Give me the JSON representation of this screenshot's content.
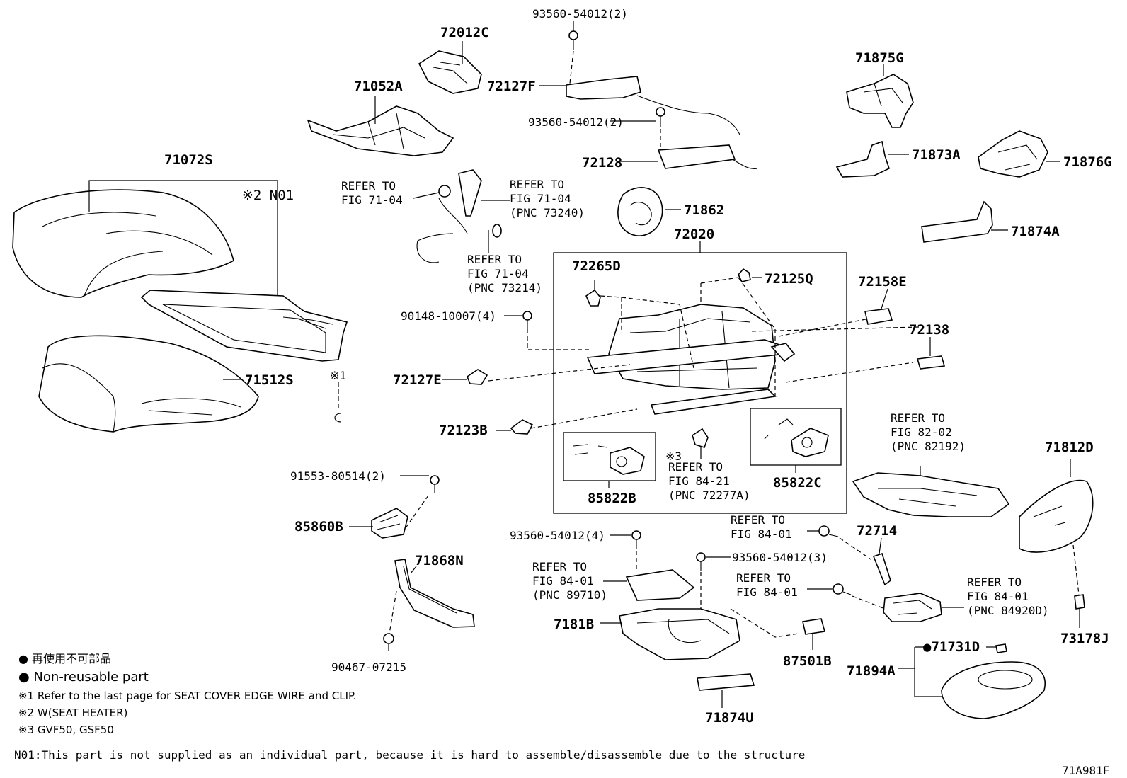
{
  "labels": {
    "p93560_top": "93560-54012(2)",
    "p72012C": "72012C",
    "p72127F": "72127F",
    "p71052A": "71052A",
    "p93560_mid": "93560-54012(2)",
    "p72128": "72128",
    "p71875G": "71875G",
    "p71873A": "71873A",
    "p71876G": "71876G",
    "p71874A": "71874A",
    "p71072S": "71072S",
    "pN01": "※2 N01",
    "p71862": "71862",
    "p72020": "72020",
    "p72265D": "72265D",
    "p72125Q": "72125Q",
    "p72158E": "72158E",
    "p72138": "72138",
    "p90148": "90148-10007(4)",
    "p72127E": "72127E",
    "p71512S": "71512S",
    "pnote1": "※1",
    "p72123B": "72123B",
    "p91553": "91553-80514(2)",
    "p85822B": "85822B",
    "p85822C": "85822C",
    "pnote3": "※3",
    "p85860B": "85860B",
    "p71868N": "71868N",
    "p93560_4": "93560-54012(4)",
    "p93560_3": "93560-54012(3)",
    "p72714": "72714",
    "p71812D": "71812D",
    "p7181B": "7181B",
    "p90467": "90467-07215",
    "p87501B": "87501B",
    "p71894A": "71894A",
    "p71731D": "●71731D",
    "p71874U": "71874U",
    "p73178J": "73178J"
  },
  "refs": {
    "r1": [
      "REFER TO",
      "FIG 71-04"
    ],
    "r2": [
      "REFER TO",
      "FIG 71-04",
      "(PNC 73240)"
    ],
    "r3": [
      "REFER TO",
      "FIG 71-04",
      "(PNC 73214)"
    ],
    "r4": [
      "REFER TO",
      "FIG 84-21",
      "(PNC 72277A)"
    ],
    "r5": [
      "REFER TO",
      "FIG 82-02",
      "(PNC 82192)"
    ],
    "r6": [
      "REFER TO",
      "FIG 84-01"
    ],
    "r7": [
      "REFER TO",
      "FIG 84-01",
      "(PNC 89710)"
    ],
    "r8": [
      "REFER TO",
      "FIG 84-01"
    ],
    "r9": [
      "REFER TO",
      "FIG 84-01",
      "(PNC 84920D)"
    ]
  },
  "legend": {
    "jp": "● 再使用不可部品",
    "en": "● Non-reusable part",
    "n1": "※1 Refer to the last page for SEAT COVER EDGE WIRE and CLIP.",
    "n2": "※2 W(SEAT HEATER)",
    "n3": "※3 GVF50, GSF50",
    "n01": "N01:This part is not supplied as an individual part, because it is hard to assemble/disassemble due to the structure"
  },
  "figure_id": "71A981F"
}
